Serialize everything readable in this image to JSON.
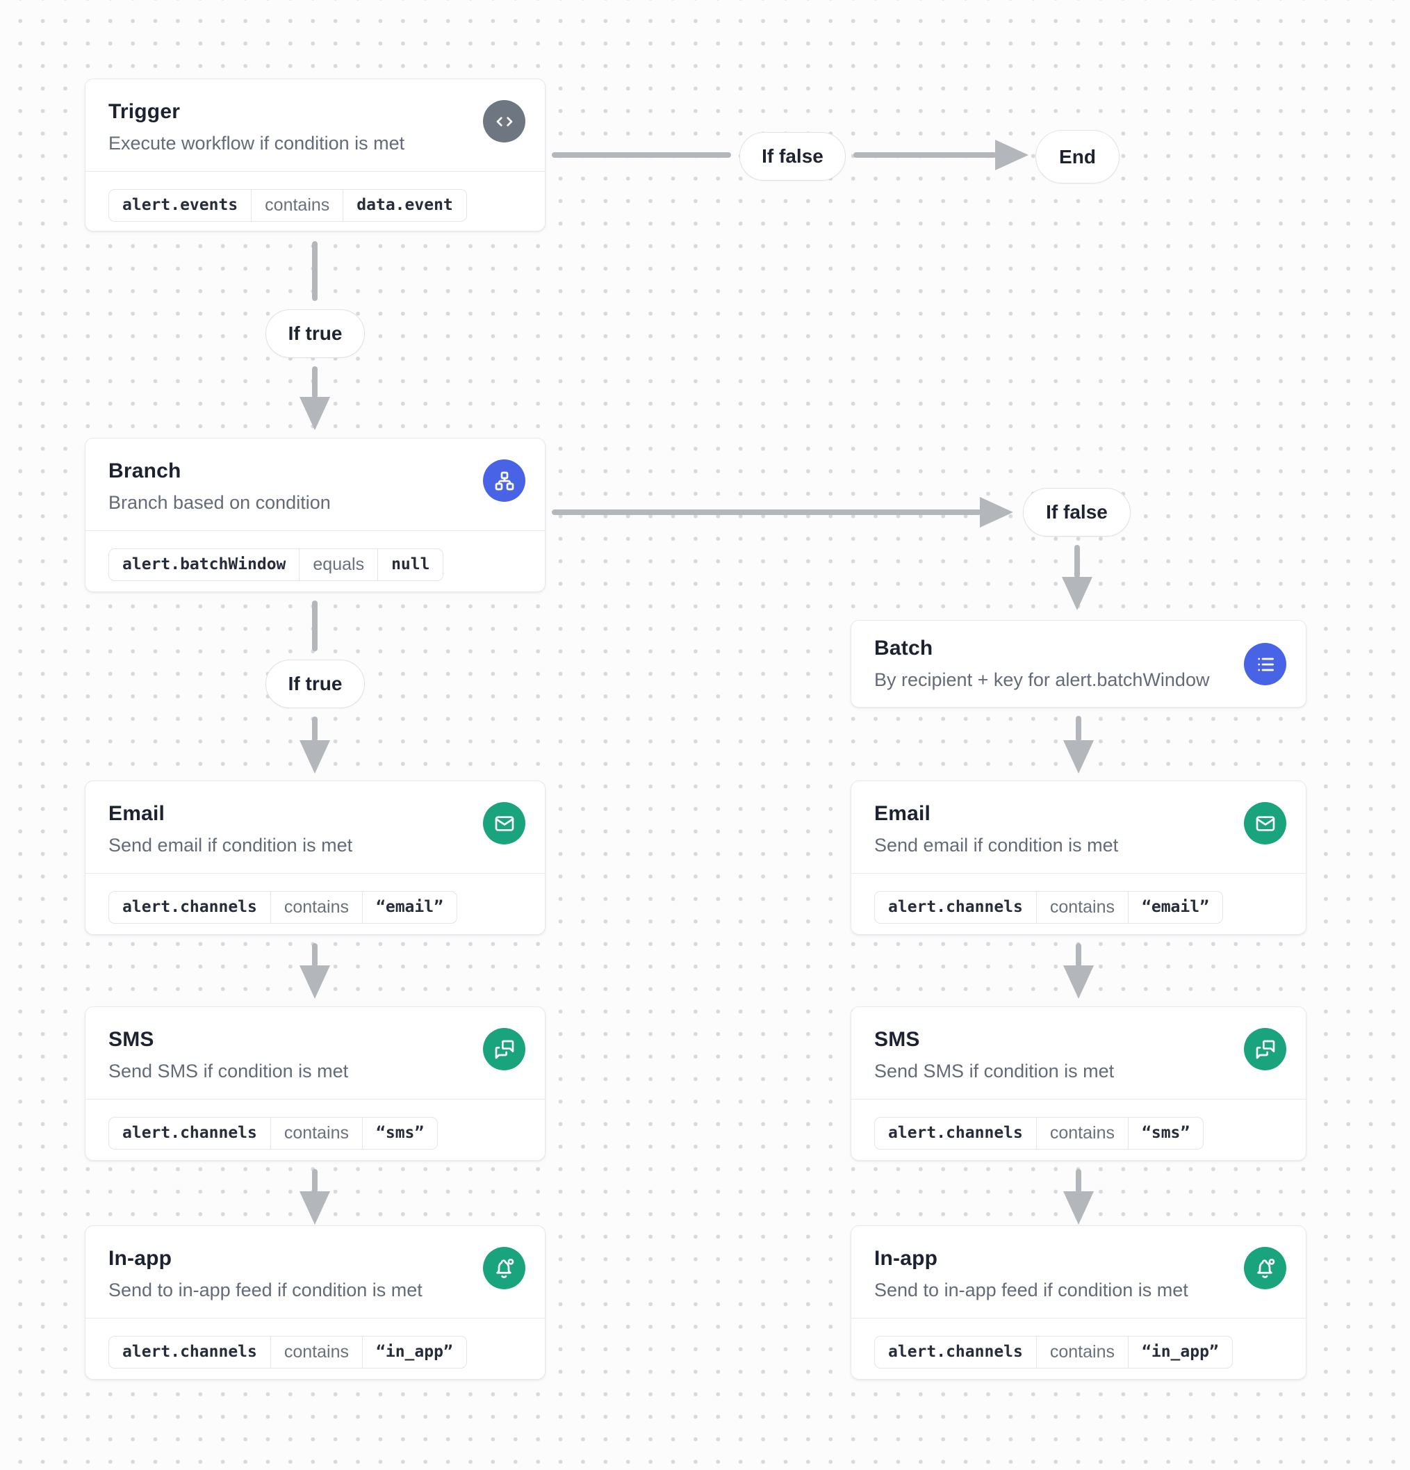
{
  "colors": {
    "blue": "#4963e7",
    "green": "#1aa47d",
    "gray": "#6e7681",
    "line": "#b3b6bb"
  },
  "edge_labels": {
    "if_true": "If true",
    "if_false": "If false",
    "end": "End"
  },
  "nodes": {
    "trigger": {
      "title": "Trigger",
      "subtitle": "Execute workflow if condition is met",
      "icon": "code-icon",
      "condition": {
        "lhs": "alert.events",
        "op": "contains",
        "rhs": "data.event"
      }
    },
    "branch": {
      "title": "Branch",
      "subtitle": "Branch based on condition",
      "icon": "sitemap-icon",
      "condition": {
        "lhs": "alert.batchWindow",
        "op": "equals",
        "rhs": "null"
      }
    },
    "batch": {
      "title": "Batch",
      "subtitle": "By recipient + key for alert.batchWindow",
      "icon": "list-icon"
    },
    "email": {
      "title": "Email",
      "subtitle": "Send email if condition is met",
      "icon": "mail-icon",
      "condition": {
        "lhs": "alert.channels",
        "op": "contains",
        "rhs": "“email”"
      }
    },
    "sms": {
      "title": "SMS",
      "subtitle": "Send SMS if condition is met",
      "icon": "messages-icon",
      "condition": {
        "lhs": "alert.channels",
        "op": "contains",
        "rhs": "“sms”"
      }
    },
    "in_app": {
      "title": "In-app",
      "subtitle": "Send to in-app feed if condition is met",
      "icon": "bell-dot-icon",
      "condition": {
        "lhs": "alert.channels",
        "op": "contains",
        "rhs": "“in_app”"
      }
    }
  }
}
